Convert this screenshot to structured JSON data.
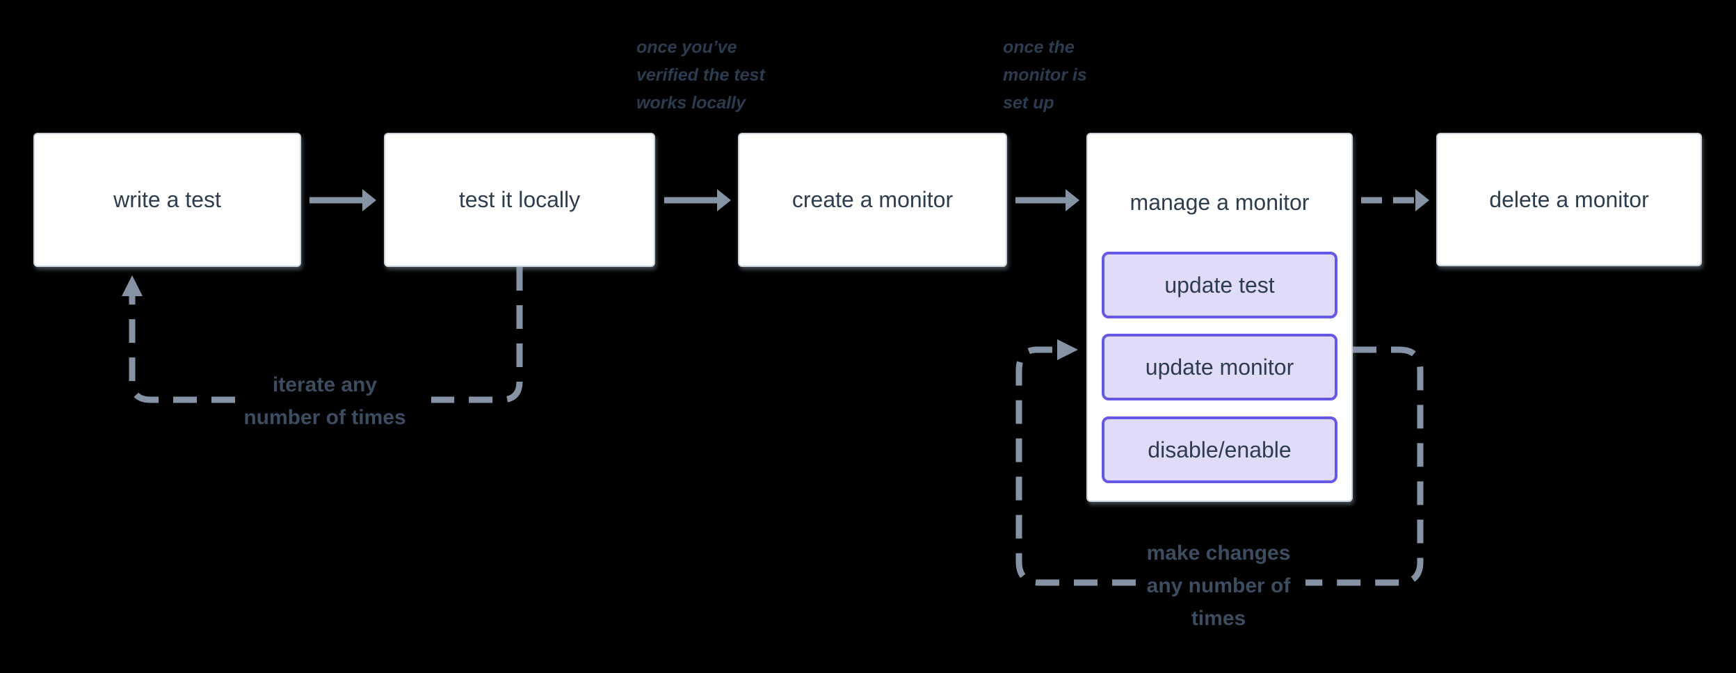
{
  "colors": {
    "background": "#000000",
    "arrow": "#8593a4",
    "node_fill": "#ffffff",
    "node_border": "#c9d3dd",
    "node_text": "#2e3d4e",
    "action_fill": "#e0dbf8",
    "action_border": "#6558e6",
    "annotation_text": "#2c3c50",
    "loop_label_text": "#3d4d61"
  },
  "nodes": {
    "write_test": {
      "label": "write a test"
    },
    "test_locally": {
      "label": "test it locally"
    },
    "create_monitor": {
      "label": "create a monitor"
    },
    "manage_monitor": {
      "label": "manage a monitor",
      "actions": [
        {
          "label": "update test"
        },
        {
          "label": "update monitor"
        },
        {
          "label": "disable/enable"
        }
      ]
    },
    "delete_monitor": {
      "label": "delete a monitor"
    }
  },
  "annotations": {
    "verified": {
      "lines": [
        "once you’ve",
        "verified the test",
        "works locally"
      ]
    },
    "setup": {
      "lines": [
        "once the",
        "monitor is",
        "set up"
      ]
    }
  },
  "loops": {
    "iterate": {
      "lines": [
        "iterate any",
        "number of times"
      ]
    },
    "changes": {
      "lines": [
        "make changes",
        "any number of",
        "times"
      ]
    }
  }
}
